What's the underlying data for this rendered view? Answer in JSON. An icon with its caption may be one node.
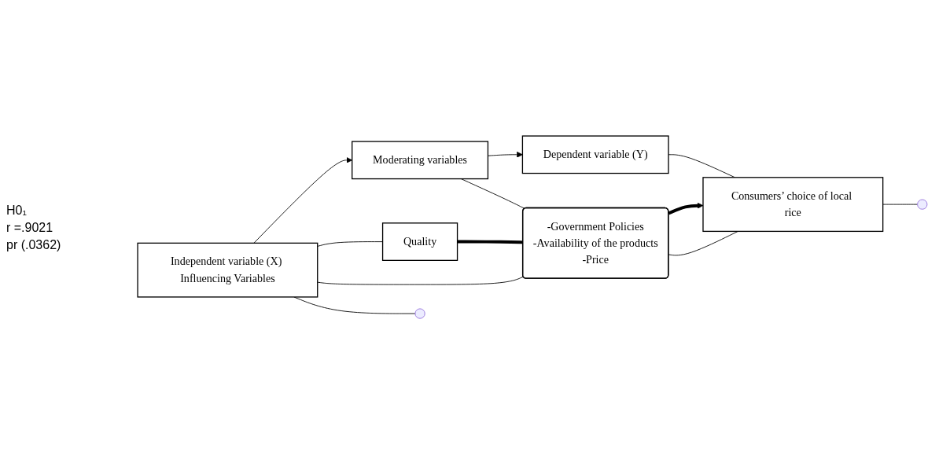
{
  "diagram": {
    "nodes": [
      {
        "text": [
          "Independent variable (X) Influencing Variables"
        ]
      },
      {
        "text": [
          "Moderating variables"
        ]
      },
      {
        "text": [
          "Dependent variable (Y)"
        ]
      },
      {
        "text": [
          "Quality"
        ]
      },
      {
        "text": [
          "-Government Policies",
          "-Availability of the products",
          "-Price"
        ]
      },
      {
        "text": [
          "Consumers’ choice of local rice"
        ]
      }
    ],
    "edges": [
      {
        "from": 0,
        "to": 1,
        "arrow": "to"
      },
      {
        "from": 1,
        "to": 2,
        "arrow": "to"
      },
      {
        "from": 3,
        "to": 4,
        "arrow": "none",
        "style": "thick"
      },
      {
        "from": 4,
        "to": 5,
        "arrow": "to",
        "style": "thick"
      },
      {
        "from": 0,
        "to": 3,
        "arrow": "none"
      },
      {
        "from": 1,
        "to": 4,
        "arrow": "none"
      },
      {
        "from": 2,
        "to": 5,
        "arrow": "none"
      },
      {
        "from": 0,
        "to": 4,
        "arrow": "none"
      },
      {
        "from": 4,
        "to": 5,
        "arrow": "none"
      },
      {
        "from": 5,
        "to": null,
        "arrow": "none"
      },
      {
        "from": 0,
        "to": null,
        "arrow": "none"
      }
    ],
    "labels": [
      "H0₁",
      "r =.9021",
      "pr (.0362)"
    ]
  }
}
